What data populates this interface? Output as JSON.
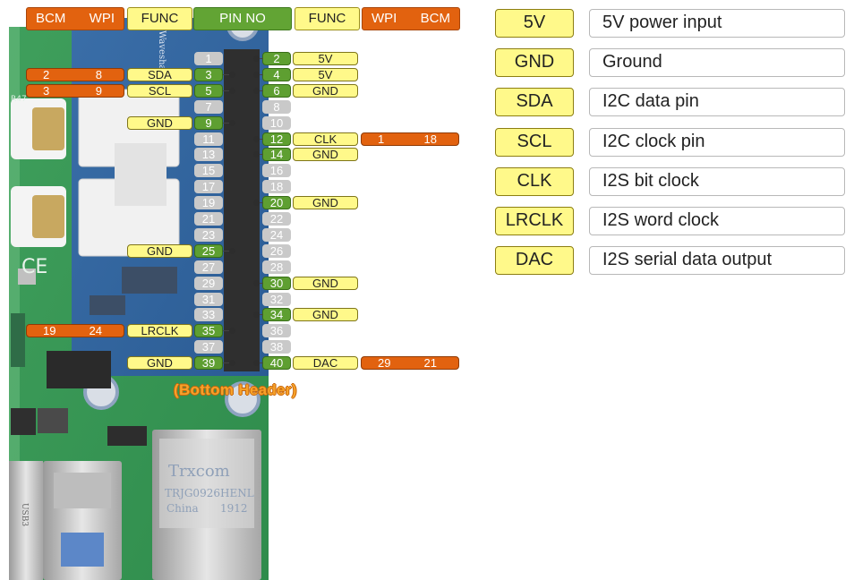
{
  "header": {
    "left_bcm": "BCM",
    "left_wpi": "WPI",
    "left_func": "FUNC",
    "pin_no": "PIN NO",
    "right_func": "FUNC",
    "right_wpi": "WPI",
    "right_bcm": "BCM"
  },
  "pins": [
    {
      "n": "1",
      "active": false
    },
    {
      "n": "2",
      "active": true,
      "func": "5V"
    },
    {
      "n": "3",
      "active": true,
      "func": "SDA",
      "bcm": "2",
      "wpi": "8"
    },
    {
      "n": "4",
      "active": true,
      "func": "5V"
    },
    {
      "n": "5",
      "active": true,
      "func": "SCL",
      "bcm": "3",
      "wpi": "9"
    },
    {
      "n": "6",
      "active": true,
      "func": "GND"
    },
    {
      "n": "7",
      "active": false
    },
    {
      "n": "8",
      "active": false
    },
    {
      "n": "9",
      "active": true,
      "func": "GND"
    },
    {
      "n": "10",
      "active": false
    },
    {
      "n": "11",
      "active": false
    },
    {
      "n": "12",
      "active": true,
      "func": "CLK",
      "bcm": "18",
      "wpi": "1"
    },
    {
      "n": "13",
      "active": false
    },
    {
      "n": "14",
      "active": true,
      "func": "GND"
    },
    {
      "n": "15",
      "active": false
    },
    {
      "n": "16",
      "active": false
    },
    {
      "n": "17",
      "active": false
    },
    {
      "n": "18",
      "active": false
    },
    {
      "n": "19",
      "active": false
    },
    {
      "n": "20",
      "active": true,
      "func": "GND"
    },
    {
      "n": "21",
      "active": false
    },
    {
      "n": "22",
      "active": false
    },
    {
      "n": "23",
      "active": false
    },
    {
      "n": "24",
      "active": false
    },
    {
      "n": "25",
      "active": true,
      "func": "GND"
    },
    {
      "n": "26",
      "active": false
    },
    {
      "n": "27",
      "active": false
    },
    {
      "n": "28",
      "active": false
    },
    {
      "n": "29",
      "active": false
    },
    {
      "n": "30",
      "active": true,
      "func": "GND"
    },
    {
      "n": "31",
      "active": false
    },
    {
      "n": "32",
      "active": false
    },
    {
      "n": "33",
      "active": false
    },
    {
      "n": "34",
      "active": true,
      "func": "GND"
    },
    {
      "n": "35",
      "active": true,
      "func": "LRCLK",
      "bcm": "19",
      "wpi": "24"
    },
    {
      "n": "36",
      "active": false
    },
    {
      "n": "37",
      "active": false
    },
    {
      "n": "38",
      "active": false
    },
    {
      "n": "39",
      "active": true,
      "func": "GND"
    },
    {
      "n": "40",
      "active": true,
      "func": "DAC",
      "bcm": "21",
      "wpi": "29"
    }
  ],
  "bottom_header_label": "(Bottom Header)",
  "legend": [
    {
      "key": "5V",
      "desc": "5V power input"
    },
    {
      "key": "GND",
      "desc": "Ground"
    },
    {
      "key": "SDA",
      "desc": "I2C data pin"
    },
    {
      "key": "SCL",
      "desc": "I2C clock pin"
    },
    {
      "key": "CLK",
      "desc": "I2S bit clock"
    },
    {
      "key": "LRCLK",
      "desc": "I2S word clock"
    },
    {
      "key": "DAC",
      "desc": "I2S serial data output"
    }
  ],
  "board_markings": {
    "brand_text": "Waveshare",
    "ethernet_brand": "Trxcom",
    "ethernet_model": "TRJG0926HENL",
    "ethernet_origin": "China",
    "ethernet_code": "1912",
    "usb_label": "USB3",
    "ce_mark": "CE",
    "r47": "R47"
  },
  "colors": {
    "orange": "#e2620f",
    "yellow": "#fff98a",
    "green": "#5e9f31",
    "gray": "#c9c9c9",
    "pcb_green": "#2f9a52",
    "pcb_blue": "#2b5c94"
  }
}
